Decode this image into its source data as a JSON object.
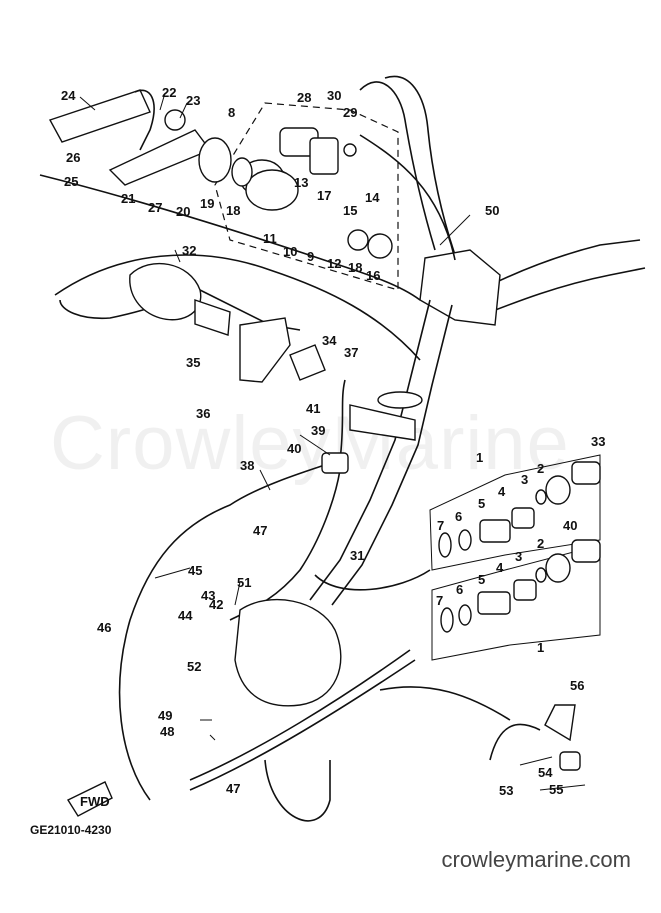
{
  "watermark": "CrowleyMarine",
  "footer_url": "crowleymarine.com",
  "diagram_code": "GE21010-4230",
  "fwd_tag": "FWD",
  "labels": {
    "n1a": "1",
    "n1b": "1",
    "n2a": "2",
    "n2b": "2",
    "n3a": "3",
    "n3b": "3",
    "n4a": "4",
    "n4b": "4",
    "n5a": "5",
    "n5b": "5",
    "n6a": "6",
    "n6b": "6",
    "n7a": "7",
    "n7b": "7",
    "n8": "8",
    "n9": "9",
    "n10": "10",
    "n11": "11",
    "n12": "12",
    "n13": "13",
    "n14": "14",
    "n15": "15",
    "n16": "16",
    "n17": "17",
    "n18a": "18",
    "n18b": "18",
    "n19": "19",
    "n20": "20",
    "n21": "21",
    "n22": "22",
    "n23": "23",
    "n24": "24",
    "n25": "25",
    "n26": "26",
    "n27": "27",
    "n28": "28",
    "n29": "29",
    "n30": "30",
    "n31": "31",
    "n32": "32",
    "n33": "33",
    "n34": "34",
    "n35": "35",
    "n36": "36",
    "n37": "37",
    "n38": "38",
    "n39": "39",
    "n40a": "40",
    "n40b": "40",
    "n41": "41",
    "n42": "42",
    "n43": "43",
    "n44": "44",
    "n45": "45",
    "n46": "46",
    "n47a": "47",
    "n47b": "47",
    "n48": "48",
    "n49": "49",
    "n50": "50",
    "n51": "51",
    "n52": "52",
    "n53": "53",
    "n54": "54",
    "n55": "55",
    "n56": "56"
  }
}
